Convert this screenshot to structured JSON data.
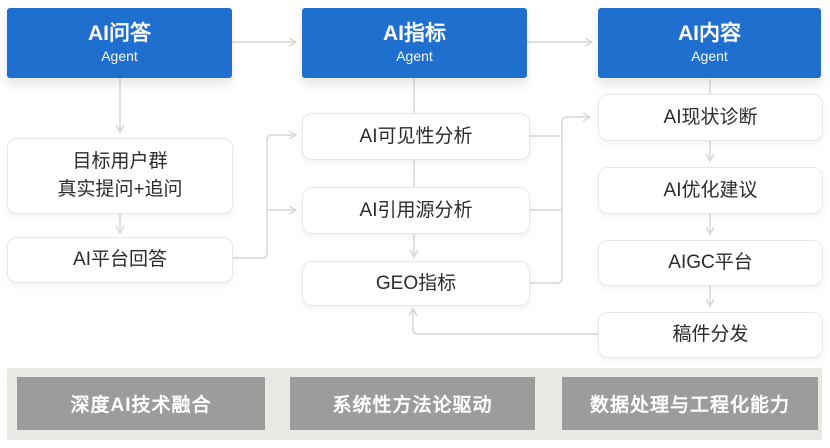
{
  "diagram": {
    "agents": [
      {
        "title": "AI问答",
        "subtitle": "Agent"
      },
      {
        "title": "AI指标",
        "subtitle": "Agent"
      },
      {
        "title": "AI内容",
        "subtitle": "Agent"
      }
    ],
    "qa_flow": {
      "target_users_line1": "目标用户群",
      "target_users_line2": "真实提问+追问",
      "platform_answer": "AI平台回答"
    },
    "metric_flow": {
      "visibility": "AI可见性分析",
      "citation_source": "AI引用源分析",
      "geo_metric": "GEO指标"
    },
    "content_flow": {
      "diagnosis": "AI现状诊断",
      "optimization": "AI优化建议",
      "aigc_platform": "AIGC平台",
      "distribution": "稿件分发"
    },
    "foundation": {
      "items": [
        "深度AI技术融合",
        "系统性方法论驱动",
        "数据处理与工程化能力"
      ]
    },
    "colors": {
      "agent_blue": "#1e6fce",
      "connector_gray": "#d8d7d4",
      "arrowhead_gray": "#c8c7c4",
      "node_border": "#e9e7e4",
      "node_text": "#2b2b2b",
      "foundation_strip": "#e9e8e5",
      "foundation_box": "#9c9c9c"
    }
  }
}
